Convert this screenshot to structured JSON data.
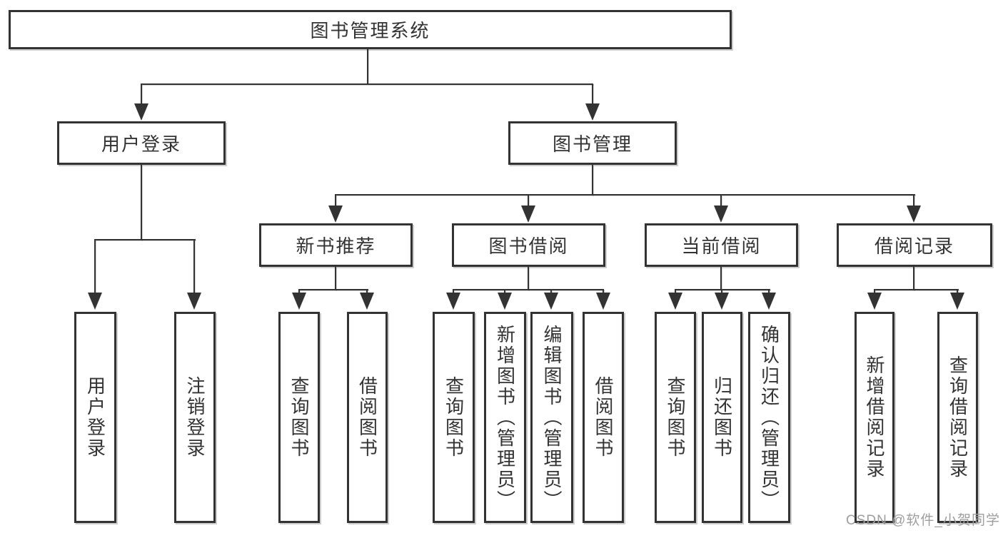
{
  "diagram": {
    "title": "图书管理系统",
    "root": {
      "label": "图书管理系统"
    },
    "user_login": {
      "label": "用户登录",
      "children": {
        "login": "用户登录",
        "logout": "注销登录"
      }
    },
    "book_management": {
      "label": "图书管理",
      "new_book_recommend": {
        "label": "新书推荐",
        "children": {
          "query_books": "查询图书",
          "borrow_books": "借阅图书"
        }
      },
      "book_borrowing": {
        "label": "图书借阅",
        "children": {
          "query_books": "查询图书",
          "add_books": "新增图书（管理员）",
          "edit_books": "编辑图书（管理员）",
          "borrow_books": "借阅图书"
        }
      },
      "current_borrowing": {
        "label": "当前借阅",
        "children": {
          "query_books": "查询图书",
          "return_books": "归还图书",
          "confirm_return": "确认归还（管理员）"
        }
      },
      "borrowing_records": {
        "label": "借阅记录",
        "children": {
          "add_record": "新增借阅记录",
          "query_record": "查询借阅记录"
        }
      }
    }
  },
  "watermark": {
    "text": "CSDN @软件_小贺同学",
    "color": "#9e9e9e"
  },
  "colors": {
    "background": "#ffffff",
    "line": "#333333",
    "box_border": "#333333",
    "text": "#333333"
  }
}
